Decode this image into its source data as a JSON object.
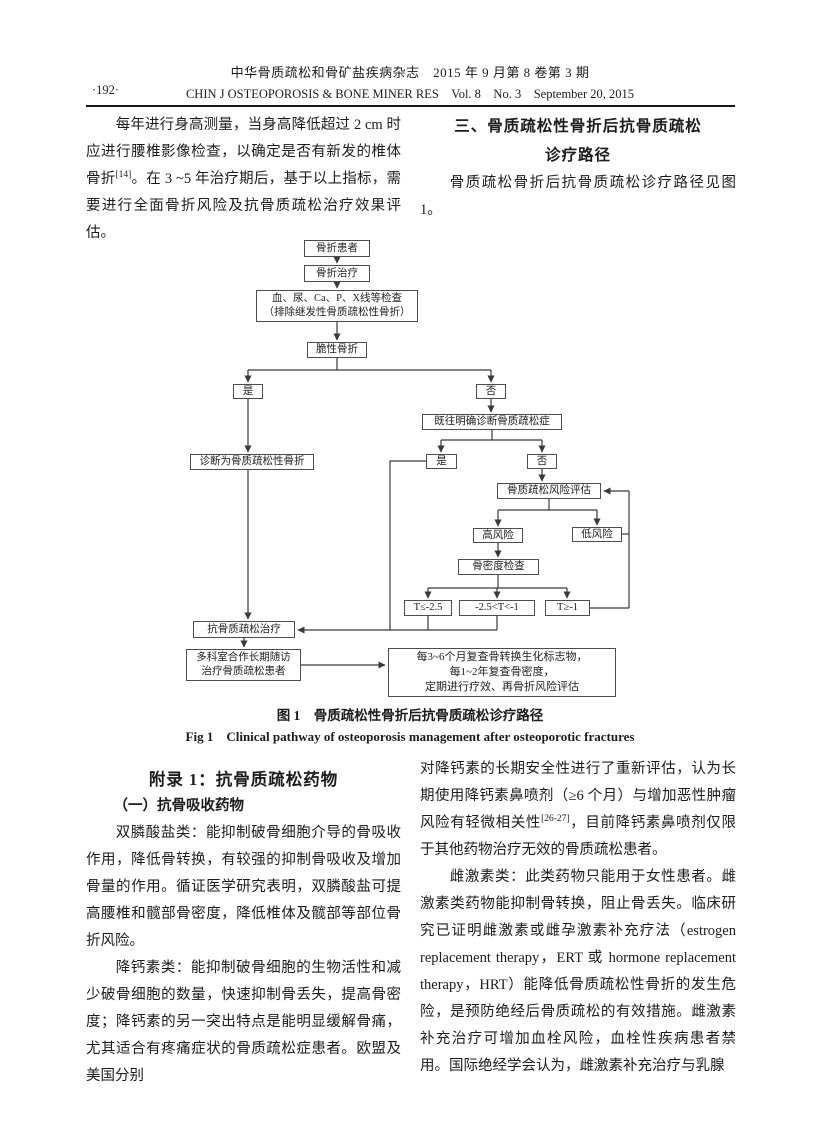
{
  "header": {
    "journal_cn": "中华骨质疏松和骨矿盐疾病杂志　2015 年 9 月第 8 卷第 3 期",
    "page_number": "·192·",
    "journal_en": "CHIN J OSTEOPOROSIS & BONE MINER RES　Vol. 8　No. 3　September 20, 2015"
  },
  "left_column_top": {
    "para_before_sup": "每年进行身高测量，当身高降低超过 2 cm 时应进行腰椎影像检查，以确定是否有新发的椎体骨折",
    "sup": "[14]",
    "para_after_sup": "。在 3 ~5 年治疗期后，基于以上指标，需要进行全面骨折风险及抗骨质疏松治疗效果评估。"
  },
  "right_column_top": {
    "section_heading": "三、骨质疏松性骨折后抗骨质疏松\n诊疗路径",
    "para": "骨质疏松骨折后抗骨质疏松诊疗路径见图 1。"
  },
  "flowchart": {
    "nodes": {
      "fracture_patient": "骨折患者",
      "fracture_treatment": "骨折治疗",
      "lab_exams": "血、尿、Ca、P、X线等检查\n（排除继发性骨质疏松性骨折）",
      "fragility_fracture": "脆性骨折",
      "yes_1": "是",
      "no_1": "否",
      "dx_osteoporotic_fracture": "诊断为骨质疏松性骨折",
      "prior_dx_osteoporosis": "既往明确诊断骨质疏松症",
      "yes_2": "是",
      "no_2": "否",
      "risk_assessment": "骨质疏松风险评估",
      "high_risk": "高风险",
      "low_risk": "低风险",
      "bmd_test": "骨密度检查",
      "t_le_25": "T≤-2.5",
      "t_between": "-2.5<T<-1",
      "t_ge_1": "T≥-1",
      "anti_op_treatment": "抗骨质疏松治疗",
      "follow_up": "多科室合作长期随访\n治疗骨质疏松患者",
      "periodic_review": "每3~6个月复查骨转换生化标志物，\n每1~2年复查骨密度，\n定期进行疗效、再骨折风险评估"
    }
  },
  "caption": {
    "cn": "图 1　骨质疏松性骨折后抗骨质疏松诊疗路径",
    "en": "Fig 1　Clinical pathway of osteoporosis management after osteoporotic fractures"
  },
  "appendix": {
    "heading": "附录 1：抗骨质疏松药物",
    "subheading": "（一）抗骨吸收药物",
    "para1": "双膦酸盐类：能抑制破骨细胞介导的骨吸收作用，降低骨转换，有较强的抑制骨吸收及增加骨量的作用。循证医学研究表明，双膦酸盐可提高腰椎和髋部骨密度，降低椎体及髋部等部位骨折风险。",
    "para2": "降钙素类：能抑制破骨细胞的生物活性和减少破骨细胞的数量，快速抑制骨丢失，提高骨密度；降钙素的另一突出特点是能明显缓解骨痛，尤其适合有疼痛症状的骨质疏松症患者。欧盟及美国分别"
  },
  "right_column_bottom": {
    "para1_before_sup": "对降钙素的长期安全性进行了重新评估，认为长期使用降钙素鼻喷剂（≥6 个月）与增加恶性肿瘤风险有轻微相关性",
    "sup": "[26-27]",
    "para1_after_sup": "，目前降钙素鼻喷剂仅限于其他药物治疗无效的骨质疏松患者。",
    "para2": "雌激素类：此类药物只能用于女性患者。雌激素类药物能抑制骨转换，阻止骨丢失。临床研究已证明雌激素或雌孕激素补充疗法（estrogen replacement therapy，ERT 或 hormone replacement therapy，HRT）能降低骨质疏松性骨折的发生危险，是预防绝经后骨质疏松的有效措施。雌激素补充治疗可增加血栓风险，血栓性疾病患者禁用。国际绝经学会认为，雌激素补充治疗与乳腺"
  }
}
